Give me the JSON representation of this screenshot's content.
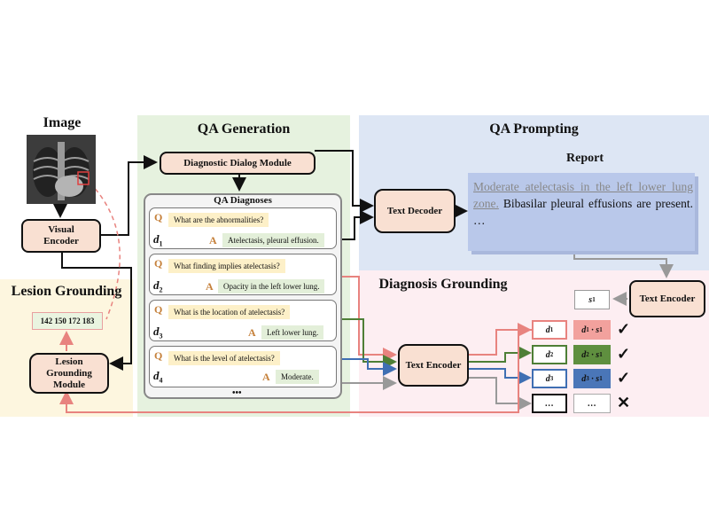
{
  "sections": {
    "image": "Image",
    "qa_generation": "QA Generation",
    "qa_prompting": "QA Prompting",
    "lesion_grounding": "Lesion Grounding",
    "diagnosis_grounding": "Diagnosis Grounding"
  },
  "modules": {
    "visual_encoder": "Visual Encoder",
    "dialog_module": "Diagnostic Dialog Module",
    "text_decoder": "Text Decoder",
    "text_encoder_top": "Text Encoder",
    "text_encoder_mid": "Text Encoder",
    "lesion_module": "Lesion Grounding Module"
  },
  "bbox_text": "142 150 172 183",
  "qa_diagnoses": {
    "title": "QA Diagnoses",
    "q_tag": "Q",
    "a_tag": "A",
    "ellipsis": "•••",
    "items": [
      {
        "d": "d",
        "sub": "1",
        "q": "What are the abnormalities?",
        "a": "Atelectasis, pleural effusion."
      },
      {
        "d": "d",
        "sub": "2",
        "q": "What finding implies atelectasis?",
        "a": "Opacity in the left lower lung."
      },
      {
        "d": "d",
        "sub": "3",
        "q": "What is the location of atelectasis?",
        "a": "Left lower lung."
      },
      {
        "d": "d",
        "sub": "4",
        "q": "What is the level of atelectasis?",
        "a": "Moderate."
      }
    ]
  },
  "report": {
    "title": "Report",
    "grounded_text": "Moderate atelectasis in the left lower lung zone.",
    "rest_text": " Bibasilar pleural effusions are present. …"
  },
  "s_label": {
    "s": "s",
    "sub": "1"
  },
  "grounding_rows": [
    {
      "d": "d",
      "sub": "1",
      "prod": "d",
      "psub": "1",
      "s": "s",
      "ssub": "1",
      "color": "#e8837f",
      "fill": "#f2a19d",
      "mark": "✓"
    },
    {
      "d": "d",
      "sub": "2",
      "prod": "d",
      "psub": "2",
      "s": "s",
      "ssub": "1",
      "color": "#4e7f36",
      "fill": "#5f8f3f",
      "mark": "✓"
    },
    {
      "d": "d",
      "sub": "3",
      "prod": "d",
      "psub": "3",
      "s": "s",
      "ssub": "1",
      "color": "#3f6fb3",
      "fill": "#4a76b8",
      "mark": "✓"
    },
    {
      "d": "…",
      "prod": "…",
      "color": "#111111",
      "fill": "#ffffff",
      "mark": "✕"
    }
  ],
  "colors": {
    "qa_gen_bg": "#e6f2df",
    "qa_prompt_bg": "#dde6f4",
    "lesion_bg": "#fdf6df",
    "diag_bg": "#fdeef2",
    "module_fill": "#f9e0d2",
    "report_fill": "#b9c8ea"
  }
}
